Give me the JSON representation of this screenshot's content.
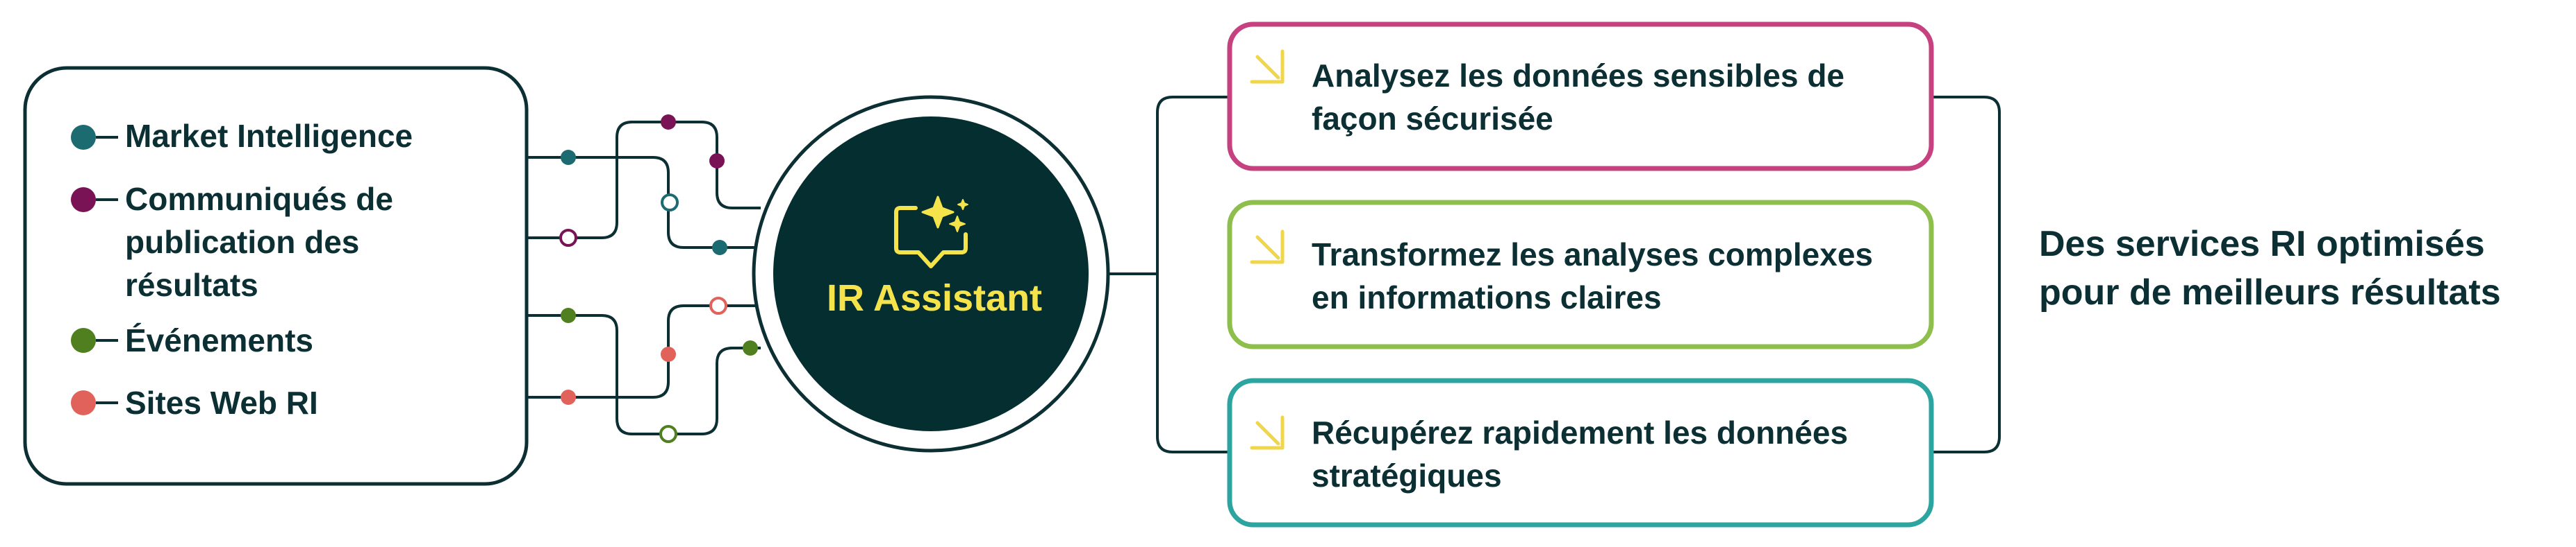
{
  "sources": [
    {
      "label": "Market Intelligence",
      "color": "#1c6b70"
    },
    {
      "label": "Communiqués de publication des résultats",
      "color": "#7a1256"
    },
    {
      "label": "Événements",
      "color": "#4f7f1e"
    },
    {
      "label": "Sites Web RI",
      "color": "#e0625a"
    }
  ],
  "center": {
    "title": "IR Assistant",
    "icon": "chat-sparkle-icon"
  },
  "outputs": [
    {
      "label": "Analysez les données sensibles de façon sécurisée",
      "color": "#c6417f"
    },
    {
      "label": "Transformez les analyses complexes en informations claires",
      "color": "#8ebf4c"
    },
    {
      "label": "Récupérez rapidement les données stratégiques",
      "color": "#2ca5a0"
    }
  ],
  "summary": "Des services RI optimisés pour de meilleurs résultats",
  "colors": {
    "ink": "#0b2f33",
    "center_fill": "#052e30",
    "accent_yellow": "#f4e34a",
    "burst_yellow": "#f0d64a"
  }
}
